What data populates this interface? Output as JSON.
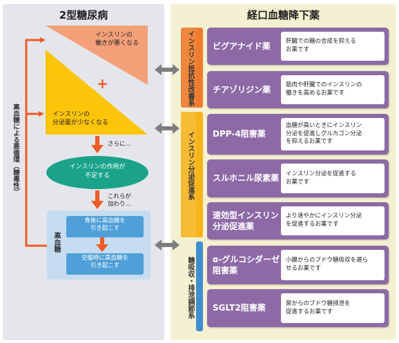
{
  "left_title": "2型糖尿病",
  "right_title": "経口血糖降下薬",
  "triangle_top_text": "インスリンの\n働きが悪くなる",
  "triangle_bottom_text": "インスリンの\n分泌量が少なくなる",
  "plus_sign": "+",
  "sarani": "さらに…",
  "ellipse_text": "インスリンの作用が\n不足する",
  "korera": "これらが\n加わり…",
  "hyperglycemia_label": "高血糖",
  "hyper_box_1": "食後に高血糖を\n引き起こす",
  "hyper_box_2": "空腹時に高血糖を\n引き起こす",
  "vicious_cycle": "高血糖による悪循環（糖毒性）",
  "categories": [
    {
      "label": "インスリン抵抗性改善系",
      "color": "#f07b2e"
    },
    {
      "label": "インスリン分泌促進系",
      "color": "#f7b31a"
    },
    {
      "label": "糖吸収・排泄調節系",
      "color": "#3f8ecf"
    }
  ],
  "drugs": [
    {
      "name": "ビグアナイド薬",
      "desc": "肝臓での糖の合成を抑える\nお薬です"
    },
    {
      "name": "チアゾリジン薬",
      "desc": "筋肉や肝臓でのインスリンの\n働きを高めるお薬です"
    },
    {
      "name": "DPP-4阻害薬",
      "desc": "血糖が高いときにインスリン\n分泌を促進しグルカゴン分泌\nを抑えるお薬です"
    },
    {
      "name": "スルホニル尿素薬",
      "desc": "インスリン分泌を促進する\nお薬です"
    },
    {
      "name": "速効型インスリン\n分泌促進薬",
      "desc": "より速やかにインスリン分泌\nを促進するお薬です"
    },
    {
      "name": "α-グルコシダーゼ\n阻害薬",
      "desc": "小腸からのブドウ糖吸収を遅ら\nせるお薬です"
    },
    {
      "name": "SGLT2阻害薬",
      "desc": "尿からのブドウ糖排泄を\n促進するお薬です"
    }
  ],
  "colors": {
    "salmon": "#f4a079",
    "yellow": "#fcc50a",
    "orange": "#ef5b24",
    "teal": "#1aa38a",
    "blue_box": "#4f9fd8",
    "light_blue": "#c6dcf0",
    "purple": "#8d6aa6",
    "grey_arrow": "#7d7d7d"
  }
}
